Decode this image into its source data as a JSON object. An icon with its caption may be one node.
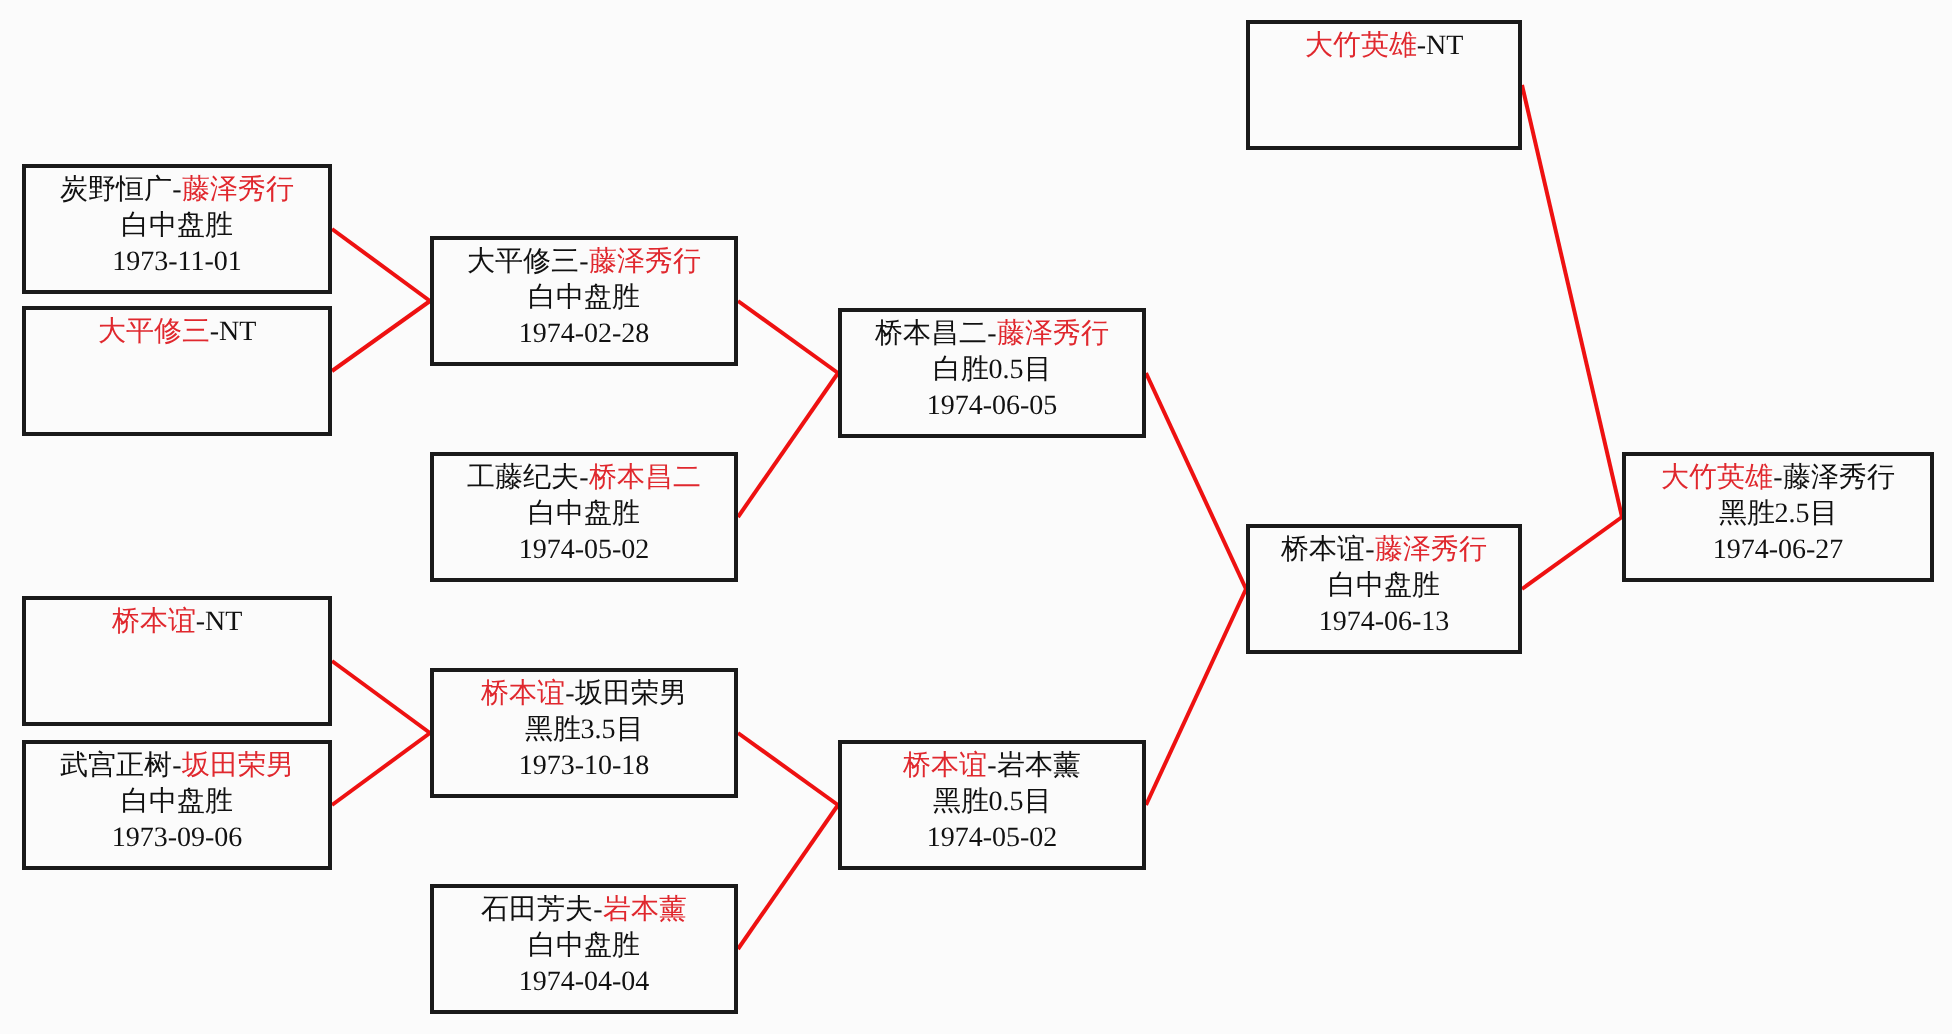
{
  "diagram": {
    "nodes": [
      {
        "text": [
          "炭野恒广-藤泽秀行",
          "白中盘胜",
          "1973-11-01"
        ]
      },
      {
        "text": [
          "大平修三-NT"
        ]
      },
      {
        "text": [
          "桥本谊-NT"
        ]
      },
      {
        "text": [
          "武宫正树-坂田荣男",
          "白中盘胜",
          "1973-09-06"
        ]
      },
      {
        "text": [
          "大平修三-藤泽秀行",
          "白中盘胜",
          "1974-02-28"
        ]
      },
      {
        "text": [
          "工藤纪夫-桥本昌二",
          "白中盘胜",
          "1974-05-02"
        ]
      },
      {
        "text": [
          "桥本谊-坂田荣男",
          "黑胜3.5目",
          "1973-10-18"
        ]
      },
      {
        "text": [
          "石田芳夫-岩本薰",
          "白中盘胜",
          "1974-04-04"
        ]
      },
      {
        "text": [
          "桥本昌二-藤泽秀行",
          "白胜0.5目",
          "1974-06-05"
        ]
      },
      {
        "text": [
          "桥本谊-岩本薰",
          "黑胜0.5目",
          "1974-05-02"
        ]
      },
      {
        "text": [
          "大竹英雄-NT"
        ]
      },
      {
        "text": [
          "桥本谊-藤泽秀行",
          "白中盘胜",
          "1974-06-13"
        ]
      },
      {
        "text": [
          "大竹英雄-藤泽秀行",
          "黑胜2.5目",
          "1974-06-27"
        ]
      }
    ],
    "edges": [
      {
        "from": 0,
        "to": 4,
        "arrow": "none"
      },
      {
        "from": 1,
        "to": 4,
        "arrow": "none"
      },
      {
        "from": 2,
        "to": 6,
        "arrow": "none"
      },
      {
        "from": 3,
        "to": 6,
        "arrow": "none"
      },
      {
        "from": 4,
        "to": 8,
        "arrow": "none"
      },
      {
        "from": 5,
        "to": 8,
        "arrow": "none"
      },
      {
        "from": 6,
        "to": 9,
        "arrow": "none"
      },
      {
        "from": 7,
        "to": 9,
        "arrow": "none"
      },
      {
        "from": 8,
        "to": 11,
        "arrow": "none"
      },
      {
        "from": 9,
        "to": 11,
        "arrow": "none"
      },
      {
        "from": 10,
        "to": 12,
        "arrow": "none"
      },
      {
        "from": 11,
        "to": 12,
        "arrow": "none"
      }
    ]
  }
}
